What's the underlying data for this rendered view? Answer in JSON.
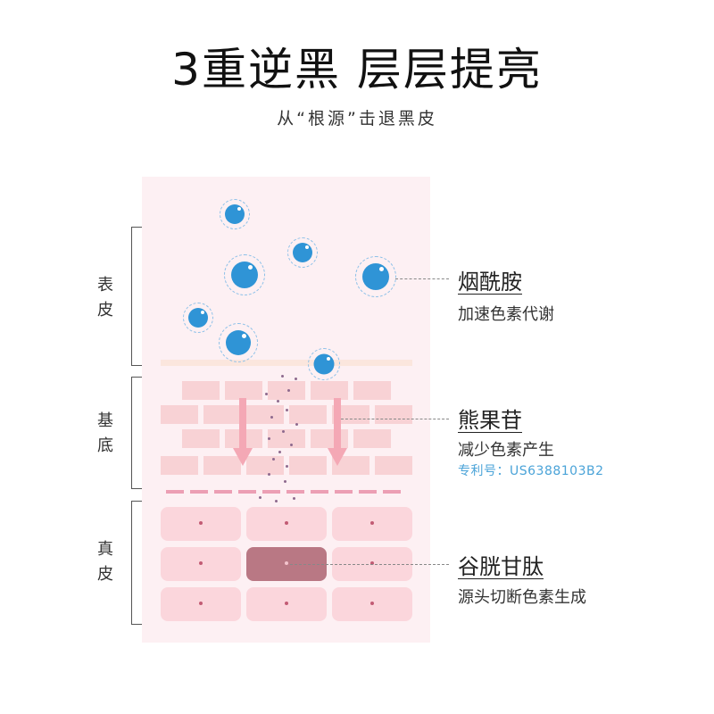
{
  "header": {
    "title": "3重逆黑 层层提亮",
    "subtitle": "从“根源”击退黑皮"
  },
  "layers": {
    "epidermis": [
      "表",
      "皮"
    ],
    "basal": [
      "基",
      "底"
    ],
    "dermis": [
      "真",
      "皮"
    ]
  },
  "ingredients": [
    {
      "name": "烟酰胺",
      "desc": "加速色素代谢"
    },
    {
      "name": "熊果苷",
      "desc": "减少色素产生",
      "patent": "专利号：US6388103B2"
    },
    {
      "name": "谷胱甘肽",
      "desc": "源头切断色素生成"
    }
  ],
  "colors": {
    "panel": "#fdf0f3",
    "bubble": "#2f94d6",
    "arrow": "#f4a8b5",
    "cell": "#fbd6dc",
    "cell_highlight": "#b97884",
    "patent_text": "#4aa3d8"
  },
  "icons": [
    "melanin-bubble-icon",
    "down-arrow-icon"
  ]
}
